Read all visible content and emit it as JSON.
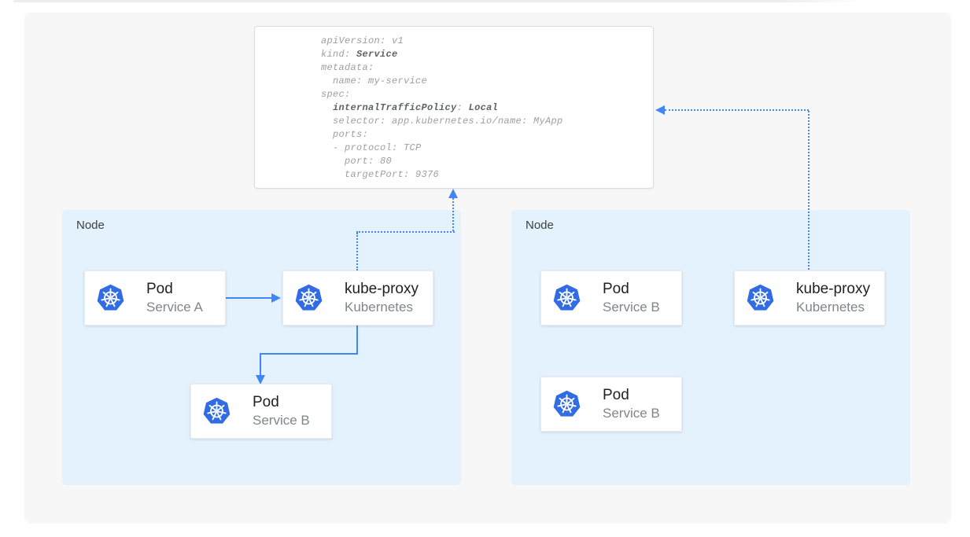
{
  "colors": {
    "accent": "#4285F4",
    "k8s_blue": "#326CE5",
    "node_bg": "#E3F2FD",
    "canvas_bg": "#F7F7F7",
    "code_regular": "#9E9E9E",
    "code_bold": "#5F6368",
    "title_color": "#202124",
    "subtitle_color": "#80868B",
    "node_label_color": "#3C4043"
  },
  "yaml_panel": {
    "lines": [
      [
        {
          "text": "apiVersion: v1"
        }
      ],
      [
        {
          "text": "kind: "
        },
        {
          "text": "Service",
          "bold": true
        }
      ],
      [
        {
          "text": "metadata:"
        }
      ],
      [
        {
          "text": "  name: my-service"
        }
      ],
      [
        {
          "text": "spec:"
        }
      ],
      [
        {
          "text": "  "
        },
        {
          "text": "internalTrafficPolicy",
          "bold": true
        },
        {
          "text": ": "
        },
        {
          "text": "Local",
          "bold": true
        }
      ],
      [
        {
          "text": "  selector: app.kubernetes.io/name: MyApp"
        }
      ],
      [
        {
          "text": "  ports:"
        }
      ],
      [
        {
          "text": "  - protocol: TCP"
        }
      ],
      [
        {
          "text": "    port: 80"
        }
      ],
      [
        {
          "text": "    targetPort: 9376"
        }
      ]
    ]
  },
  "nodes": [
    {
      "label": "Node",
      "cards": [
        {
          "title": "Pod",
          "subtitle": "Service A"
        },
        {
          "title": "kube-proxy",
          "subtitle": "Kubernetes"
        },
        {
          "title": "Pod",
          "subtitle": "Service B"
        }
      ]
    },
    {
      "label": "Node",
      "cards": [
        {
          "title": "Pod",
          "subtitle": "Service B"
        },
        {
          "title": "kube-proxy",
          "subtitle": "Kubernetes"
        },
        {
          "title": "Pod",
          "subtitle": "Service B"
        }
      ]
    }
  ]
}
